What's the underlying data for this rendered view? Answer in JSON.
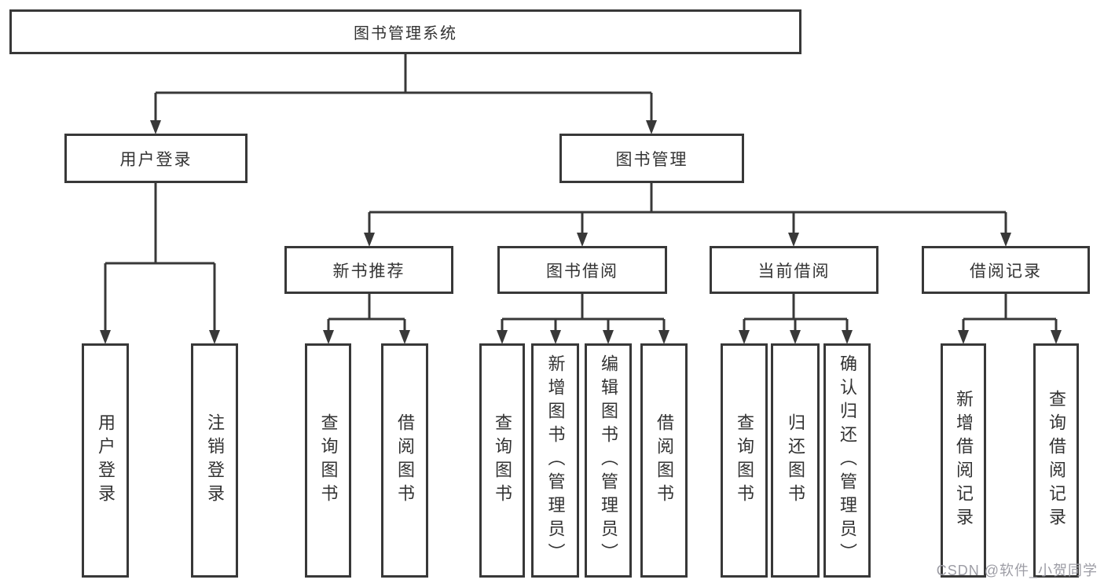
{
  "tree": {
    "root": {
      "label": "图书管理系统",
      "children": [
        {
          "label": "用户登录",
          "children": [
            {
              "label": "用户登录"
            },
            {
              "label": "注销登录"
            }
          ]
        },
        {
          "label": "图书管理",
          "children": [
            {
              "label": "新书推荐",
              "children": [
                {
                  "label": "查询图书"
                },
                {
                  "label": "借阅图书"
                }
              ]
            },
            {
              "label": "图书借阅",
              "children": [
                {
                  "label": "查询图书"
                },
                {
                  "label": "新增图书（管理员）"
                },
                {
                  "label": "编辑图书（管理员）"
                },
                {
                  "label": "借阅图书"
                }
              ]
            },
            {
              "label": "当前借阅",
              "children": [
                {
                  "label": "查询图书"
                },
                {
                  "label": "归还图书"
                },
                {
                  "label": "确认归还（管理员）"
                }
              ]
            },
            {
              "label": "借阅记录",
              "children": [
                {
                  "label": "新增借阅记录"
                },
                {
                  "label": "查询借阅记录"
                }
              ]
            }
          ]
        }
      ]
    }
  },
  "watermark": {
    "text": "CSDN @软件_小贺同学"
  },
  "colors": {
    "line": "#383838",
    "text": "#333333",
    "watermark": "#9d9da5",
    "background": "#ffffff"
  }
}
